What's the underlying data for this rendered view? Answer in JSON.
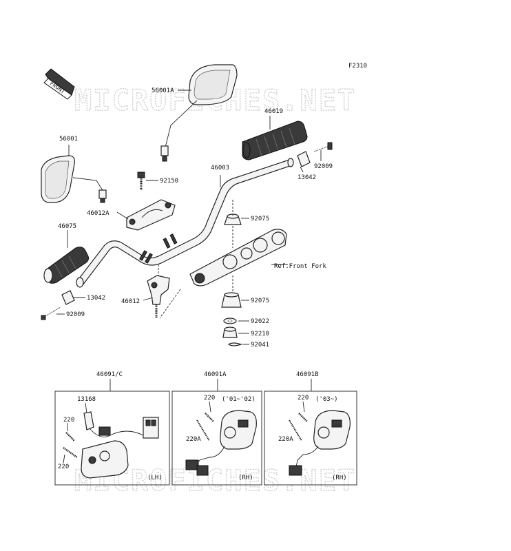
{
  "fig_code": "F2310",
  "front_label": "FRONT",
  "watermark": "MICROFICHES.NET",
  "parts": {
    "p56001A": "56001A",
    "p46019": "46019",
    "p56001": "56001",
    "p92009a": "92009",
    "p13042a": "13042",
    "p46003": "46003",
    "p92150": "92150",
    "p46012A": "46012A",
    "p92075a": "92075",
    "p46075": "46075",
    "refFork": "Ref.Front Fork",
    "p13042b": "13042",
    "p46012": "46012",
    "p92075b": "92075",
    "p92009b": "92009",
    "p92022": "92022",
    "p92210": "92210",
    "p92041": "92041"
  },
  "boxes": {
    "lh": {
      "title": "46091/C",
      "p13168": "13168",
      "p220a": "220",
      "p220b": "220",
      "side": "(LH)"
    },
    "rh1": {
      "title": "46091A",
      "p220": "220",
      "years": "('01~'02)",
      "p220A": "220A",
      "side": "(RH)"
    },
    "rh2": {
      "title": "46091B",
      "p220": "220",
      "years": "('03~)",
      "p220A": "220A",
      "side": "(RH)"
    }
  }
}
